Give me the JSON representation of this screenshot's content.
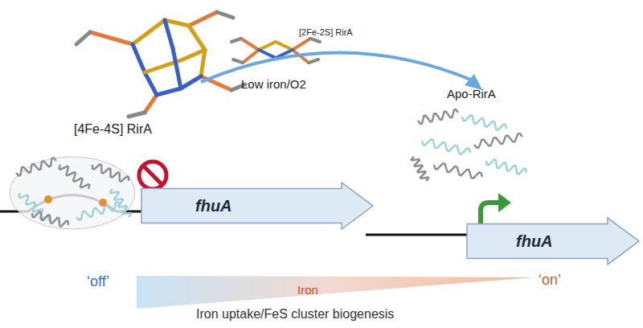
{
  "diagram": {
    "nodes": [
      {
        "text": [
          "fhuA"
        ]
      },
      {
        "text": [
          "fhuA"
        ]
      }
    ],
    "labels": [
      "[4Fe-4S] RirA",
      "[2Fe-2S] RirA",
      "Low iron/O2",
      "Apo-RirA",
      "‘off’",
      "Iron",
      "‘on’",
      "Iron uptake/FeS cluster biogenesis"
    ]
  }
}
